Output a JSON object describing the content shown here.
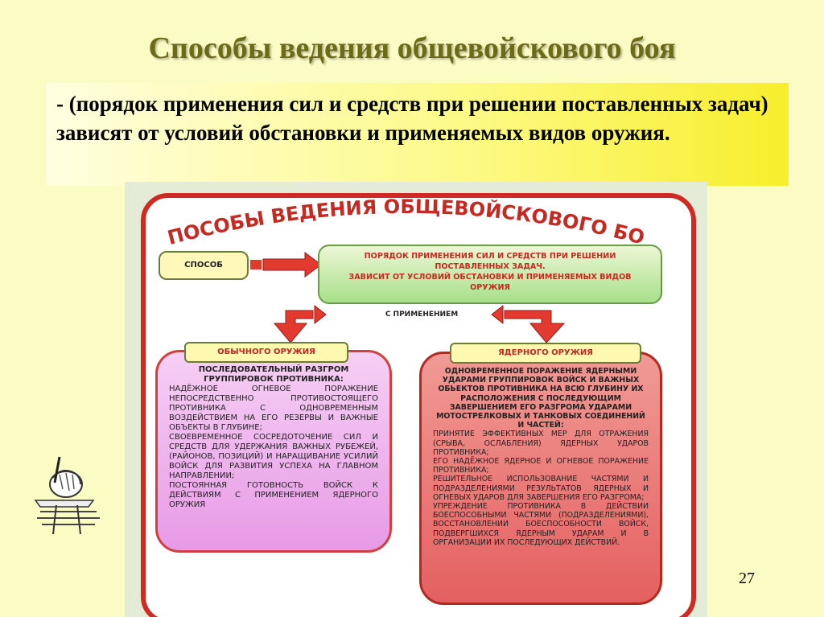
{
  "slide": {
    "title": "Способы ведения общевойскового боя",
    "subtitle": "- (порядок применения сил и средств при решении поставленных задач) зависят от условий обстановки и применяемых видов оружия.",
    "page_number": "27"
  },
  "scheme": {
    "heading": "СПОСОБЫ ВЕДЕНИЯ ОБЩЕВОЙСКОВОГО БОЯ",
    "sposob_label": "СПОСОБ",
    "definition_line1": "ПОРЯДОК ПРИМЕНЕНИЯ СИЛ И СРЕДСТВ ПРИ РЕШЕНИИ",
    "definition_line2": "ПОСТАВЛЕННЫХ ЗАДАЧ.",
    "definition_line3": "ЗАВИСИТ ОТ УСЛОВИЙ ОБСТАНОВКИ И ПРИМЕНЯЕМЫХ ВИДОВ",
    "definition_line4": "ОРУЖИЯ",
    "connector_label": "С ПРИМЕНЕНИЕМ",
    "conventional": {
      "header": "ОБЫЧНОГО ОРУЖИЯ",
      "lead_line1": "ПОСЛЕДОВАТЕЛЬНЫЙ РАЗГРОМ",
      "lead_line2": "ГРУППИРОВОК ПРОТИВНИКА:",
      "item1": "надёжное огневое поражение непосредственно противостоящего противника с одновременным воздействием на его резервы и важные объекты в глубине;",
      "item2": "своевременное сосредоточение сил и средств для удержания важных рубежей, (районов, позиций) и наращивание усилий войск для развития успеха на главном направлении;",
      "item3": "постоянная готовность войск к действиям с применением ядерного оружия"
    },
    "nuclear": {
      "header": "ЯДЕРНОГО ОРУЖИЯ",
      "lead": "ОДНОВРЕМЕННОЕ ПОРАЖЕНИЕ ЯДЕРНЫМИ УДАРАМИ ГРУППИРОВОК ВОЙСК И ВАЖНЫХ ОБЬЕКТОВ ПРОТИВНИКА НА ВСЮ ГЛУБИНУ ИХ РАСПОЛОЖЕНИЯ С ПОСЛЕДУЮЩИМ ЗАВЕРШЕНИЕМ ЕГО РАЗГРОМА УДАРАМИ МОТОСТРЕЛКОВЫХ И ТАНКОВЫХ СОЕДИНЕНИЙ И ЧАСТЕЙ:",
      "item1": "принятие эффективных мер для отражения (срыва, ослабления) ядерных ударов противника;",
      "item2": "его надёжное ядерное и огневое поражение противника;",
      "item3": "решительное использование частями и подразделениями результатов ядерных и огневых ударов для завершения его разгрома;",
      "item4": "упреждение противника в действии боеспособными частями (подразделениями), восстановлении боеспособности войск, подвергшихся ядерным ударам и в организации их последующих действий."
    }
  },
  "colors": {
    "background": "#fbfbc4",
    "title": "#6b6b18",
    "frame_red": "#d02b22",
    "arrow_red": "#e23a2e",
    "left_panel": "#e79ae6",
    "right_panel": "#e46060",
    "definition_green": "#a8e08a"
  }
}
